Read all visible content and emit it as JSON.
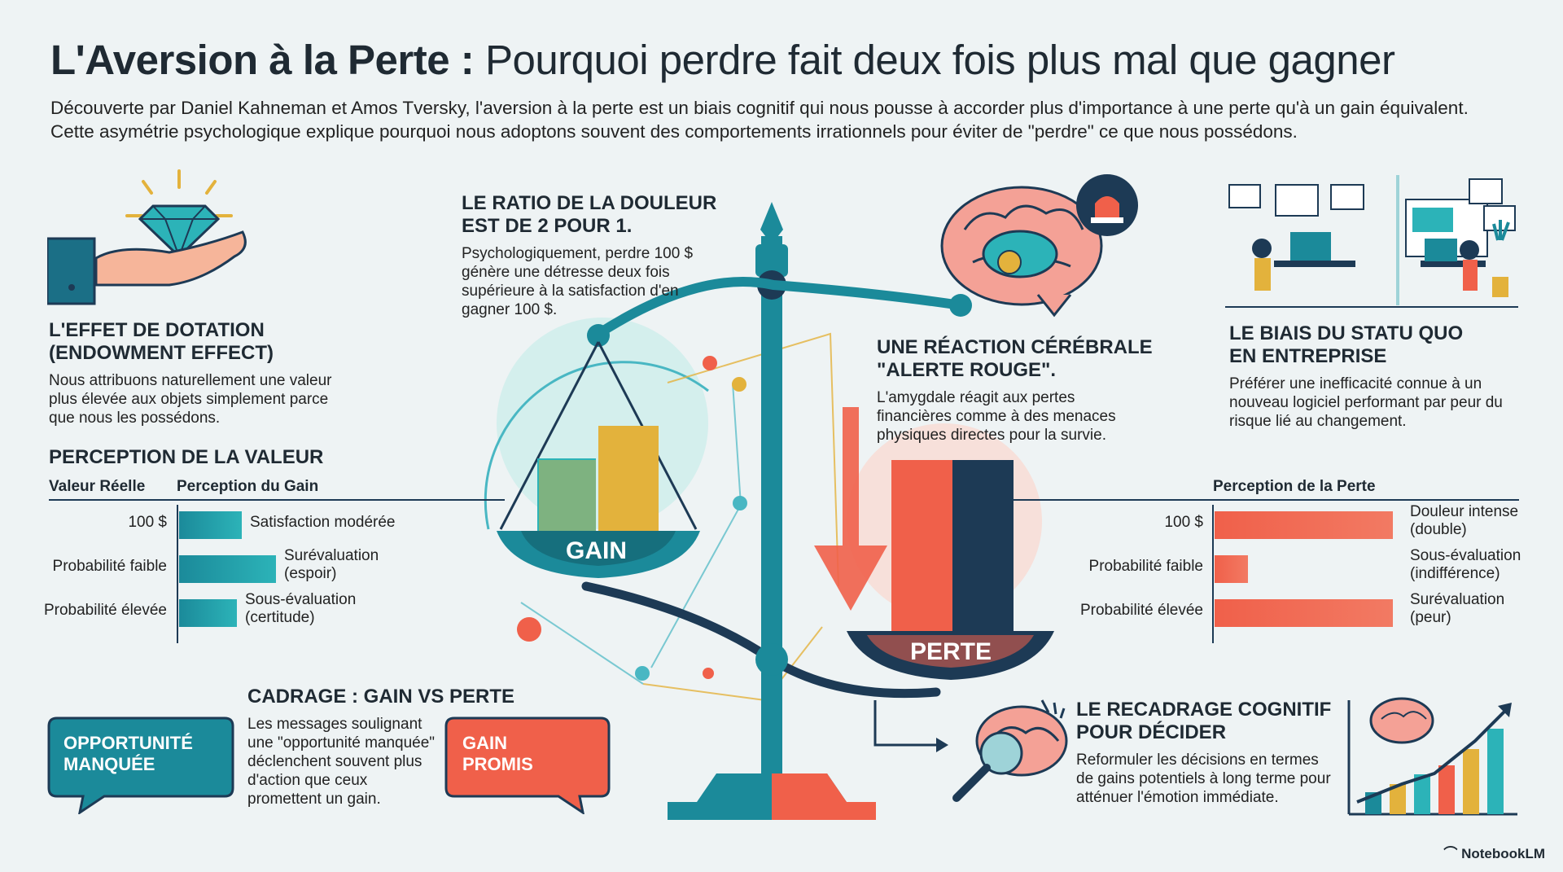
{
  "title": {
    "bold": "L'Aversion à la Perte :",
    "light": "Pourquoi perdre fait deux fois plus mal que gagner"
  },
  "intro": "Découverte par Daniel Kahneman et Amos Tversky, l'aversion à la perte est un biais cognitif qui nous pousse à accorder plus d'importance à une perte qu'à un gain équivalent. Cette asymétrie psychologique explique pourquoi nous adoptons souvent des comportements irrationnels pour éviter de \"perdre\" ce que nous possédons.",
  "endowment": {
    "heading_line1": "L'EFFET DE DOTATION",
    "heading_line2": "(ENDOWMENT EFFECT)",
    "text": "Nous attribuons naturellement une valeur plus élevée aux objets simplement parce que nous les possédons."
  },
  "ratio": {
    "heading_line1": "LE RATIO DE LA DOULEUR",
    "heading_line2": "EST DE 2 POUR 1.",
    "text": "Psychologiquement, perdre 100 $ génère une détresse deux fois supérieure à la satisfaction d'en gagner 100 $."
  },
  "brain": {
    "heading_line1": "UNE RÉACTION CÉRÉBRALE",
    "heading_line2": "\"ALERTE ROUGE\".",
    "text": "L'amygdale réagit aux pertes financières comme à des menaces physiques directes pour la survie."
  },
  "status_quo": {
    "heading_line1": "LE BIAIS DU STATU QUO",
    "heading_line2": "EN ENTREPRISE",
    "text": "Préférer une inefficacité connue à un nouveau logiciel performant par peur du risque lié au changement."
  },
  "perception": {
    "heading": "PERCEPTION DE LA VALEUR",
    "col_real": "Valeur Réelle",
    "col_gain": "Perception du Gain",
    "col_loss": "Perception de la Perte",
    "gain_rows": [
      {
        "label": "100 $",
        "value": 0.45,
        "note_line1": "Satisfaction modérée",
        "note_line2": ""
      },
      {
        "label": "Probabilité faible",
        "value": 0.7,
        "note_line1": "Surévaluation",
        "note_line2": "(espoir)"
      },
      {
        "label": "Probabilité élevée",
        "value": 0.42,
        "note_line1": "Sous-évaluation",
        "note_line2": "(certitude)"
      }
    ],
    "loss_rows": [
      {
        "label": "100 $",
        "value": 0.95,
        "note_line1": "Douleur intense",
        "note_line2": "(double)"
      },
      {
        "label": "Probabilité faible",
        "value": 0.18,
        "note_line1": "Sous-évaluation",
        "note_line2": "(indifférence)"
      },
      {
        "label": "Probabilité élevée",
        "value": 0.95,
        "note_line1": "Surévaluation",
        "note_line2": "(peur)"
      }
    ]
  },
  "scale": {
    "gain_label": "GAIN",
    "loss_label": "PERTE"
  },
  "framing": {
    "heading": "CADRAGE : GAIN VS PERTE",
    "text": "Les messages soulignant une \"opportunité manquée\" déclenchent souvent plus d'action que ceux promettent un gain.",
    "bubble_left_line1": "OPPORTUNITÉ",
    "bubble_left_line2": "MANQUÉE",
    "bubble_right_line1": "GAIN",
    "bubble_right_line2": "PROMIS"
  },
  "reframing": {
    "heading_line1": "LE RECADRAGE COGNITIF",
    "heading_line2": "POUR DÉCIDER",
    "text": "Reformuler les décisions en termes de gains potentiels à long terme pour atténuer l'émotion immédiate."
  },
  "brand": "NotebookLM",
  "colors": {
    "teal": "#1b8a9a",
    "teal_light": "#2cb3b8",
    "red": "#f0604a",
    "navy": "#1d3a55",
    "gold": "#e3b23c"
  },
  "icons": [
    "diamond-icon",
    "brain-icon",
    "siren-icon",
    "office-icon",
    "gauge-brain-icon",
    "growth-chart-icon"
  ]
}
